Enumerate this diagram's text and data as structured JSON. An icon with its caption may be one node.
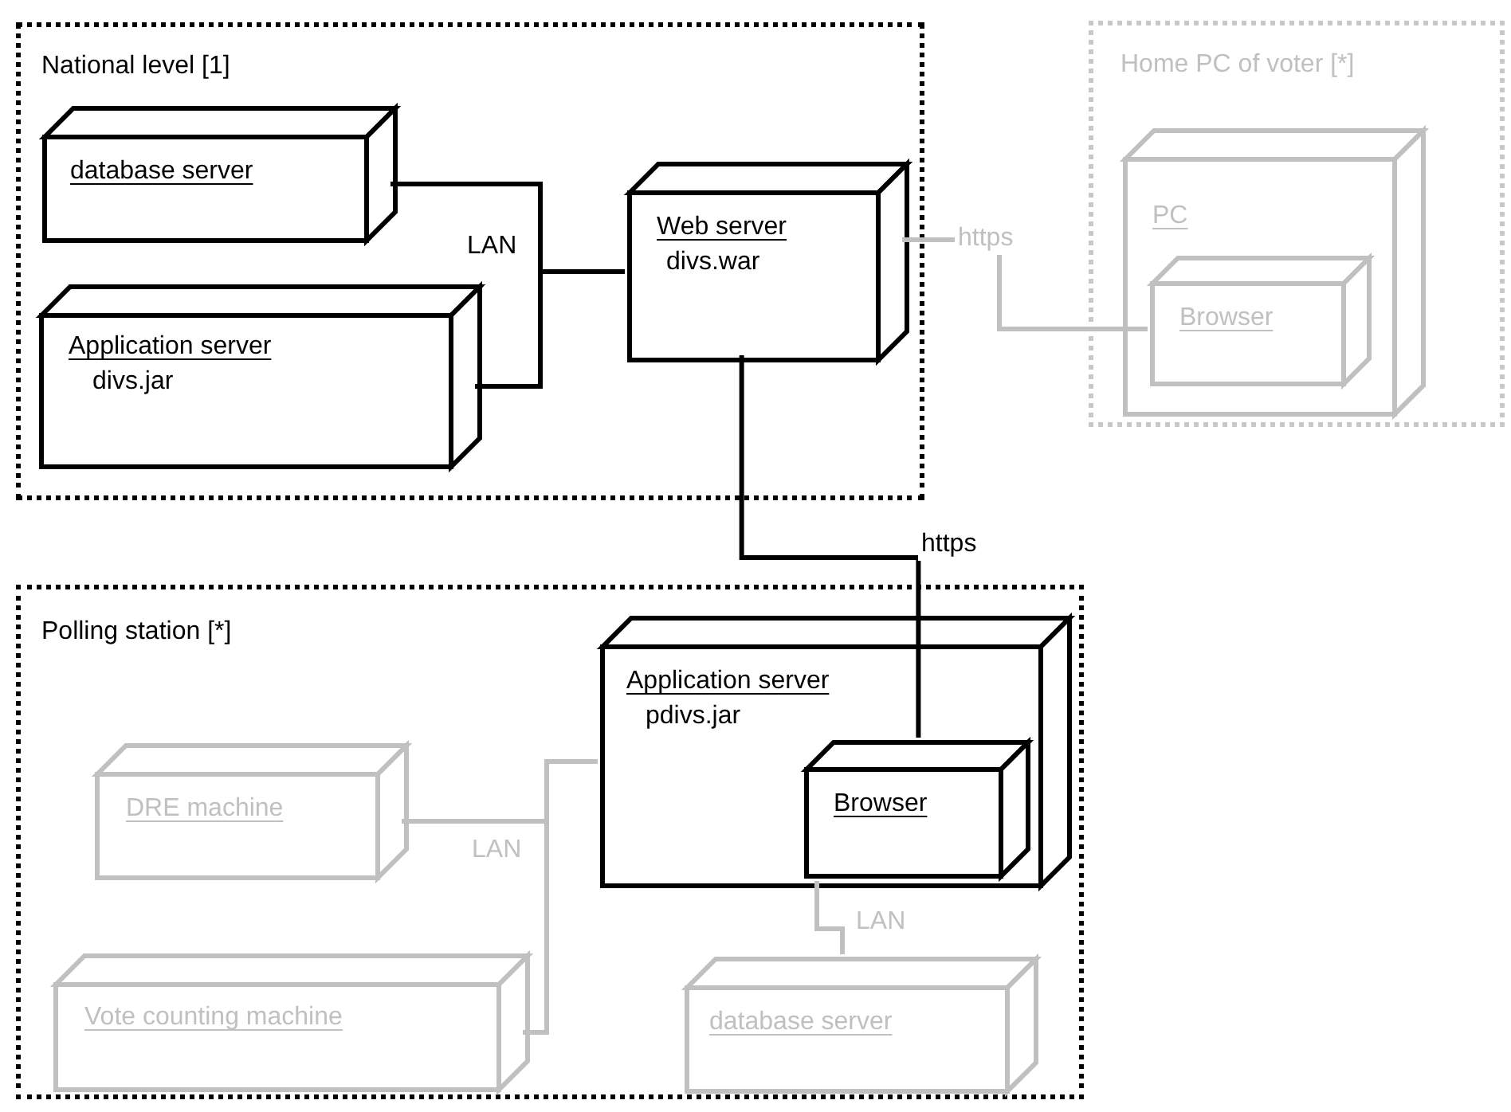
{
  "diagram": {
    "nodes": [
      {
        "text": [
          "National level [1]"
        ]
      },
      {
        "text": [
          "database server"
        ],
        "in": 0
      },
      {
        "text": [
          "Application server",
          "divs.jar"
        ],
        "in": 0
      },
      {
        "text": [
          "Web server",
          "divs.war"
        ],
        "in": 0
      },
      {
        "text": [
          "Home PC of voter [*]"
        ]
      },
      {
        "text": [
          "PC"
        ],
        "in": 4
      },
      {
        "text": [
          "Browser"
        ],
        "in": 5
      },
      {
        "text": [
          "Polling station [*]"
        ]
      },
      {
        "text": [
          "Application server",
          "pdivs.jar"
        ],
        "in": 7
      },
      {
        "text": [
          "Browser"
        ],
        "in": 8
      },
      {
        "text": [
          "DRE machine"
        ],
        "in": 7
      },
      {
        "text": [
          "Vote counting machine"
        ],
        "in": 7
      },
      {
        "text": [
          "database server"
        ],
        "in": 7
      }
    ],
    "edges": [
      {
        "from": 1,
        "to": 3,
        "arrow": "none",
        "label": "LAN",
        "color": "#000000"
      },
      {
        "from": 2,
        "to": 3,
        "arrow": "none",
        "color": "#000000"
      },
      {
        "from": 3,
        "to": 6,
        "arrow": "none",
        "label": "https"
      },
      {
        "from": 3,
        "to": 9,
        "arrow": "none",
        "label": "https",
        "color": "#000000"
      },
      {
        "from": 10,
        "to": 8,
        "arrow": "none",
        "label": "LAN"
      },
      {
        "from": 11,
        "to": 8,
        "arrow": "none"
      },
      {
        "from": 8,
        "to": 12,
        "arrow": "none",
        "label": "LAN"
      }
    ]
  }
}
